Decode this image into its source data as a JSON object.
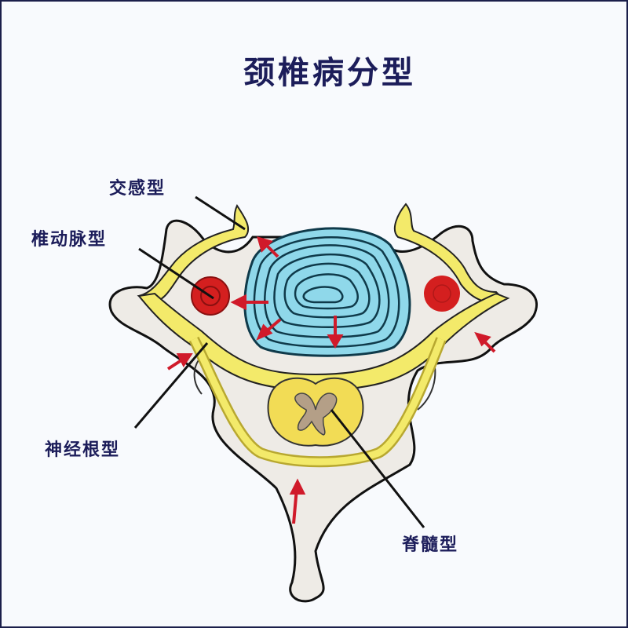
{
  "title": "颈椎病分型",
  "labels": {
    "sympathetic": "交感型",
    "vertebral_artery": "椎动脉型",
    "nerve_root": "神经根型",
    "spinal_cord": "脊髓型"
  },
  "colors": {
    "border": "#1b1f4a",
    "title_text": "#1c1d5a",
    "disc_fill": "#8fd8ea",
    "disc_lines": "#0f3a4a",
    "nerve_yellow": "#f3ea6a",
    "spinal_cord_yellow": "#f2dc55",
    "gray_matter": "#b49f87",
    "bone": "#eeebe6",
    "artery_red": "#d41f1f",
    "arrow_red": "#d01a2a"
  }
}
